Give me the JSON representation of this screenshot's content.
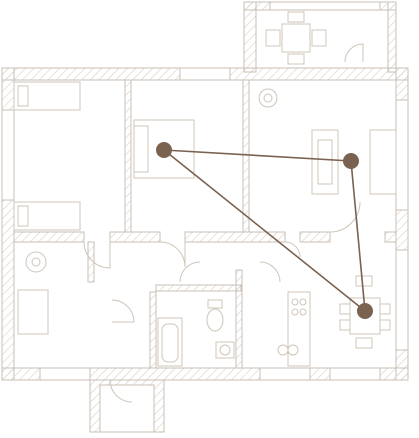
{
  "diagram": {
    "kind": "floor-plan",
    "colors": {
      "background": "#ffffff",
      "wall_line": "#c9bfb4",
      "hatch": "#d8cfc5",
      "furniture": "#cfc5ba",
      "route": "#7a6150",
      "node": "#7a6150"
    },
    "icons": [
      "bed-icon",
      "plant-icon",
      "sofa-icon",
      "dining-table-icon",
      "bathtub-icon",
      "toilet-icon",
      "sink-icon",
      "stove-icon",
      "door-icon"
    ],
    "route_nodes": [
      {
        "id": "node-bedroom"
      },
      {
        "id": "node-living"
      },
      {
        "id": "node-kitchen"
      }
    ],
    "route_edges": [
      {
        "from": "node-bedroom",
        "to": "node-living"
      },
      {
        "from": "node-living",
        "to": "node-kitchen"
      },
      {
        "from": "node-bedroom",
        "to": "node-kitchen"
      }
    ]
  }
}
